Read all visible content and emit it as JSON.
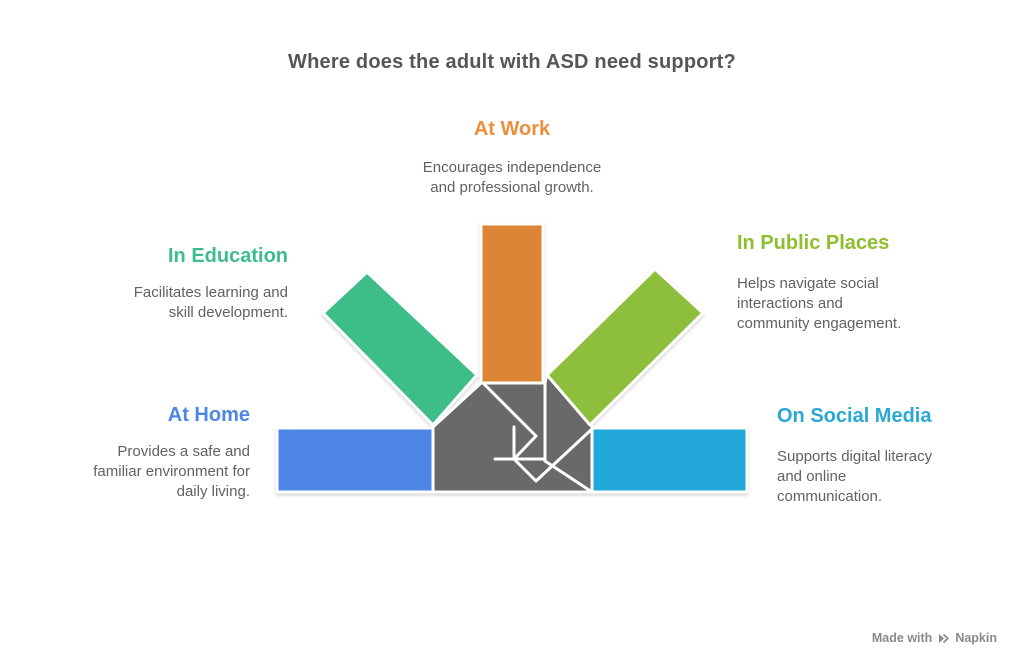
{
  "title": "Where does the adult with ASD need support?",
  "background_color": "#ffffff",
  "graphic": {
    "type": "converging-arrows",
    "arrowhead_color": "#696969",
    "outline_color": "#ffffff"
  },
  "sections": [
    {
      "id": "at-work",
      "label": "At Work",
      "position": "top",
      "heading_color": "#EE8E3C",
      "arrow_color": "#DD8537",
      "description": "Encourages independence and professional growth.",
      "lines": [
        "Encourages independence",
        "and professional growth."
      ]
    },
    {
      "id": "in-education",
      "label": "In Education",
      "position": "upper-left",
      "heading_color": "#3DBD8B",
      "arrow_color": "#3DBE89",
      "description": "Facilitates learning and skill development.",
      "lines": [
        "Facilitates learning and",
        "skill development."
      ]
    },
    {
      "id": "in-public-places",
      "label": "In Public Places",
      "position": "upper-right",
      "heading_color": "#8FBE2E",
      "arrow_color": "#8DBF3D",
      "description": "Helps navigate social interactions and community engagement.",
      "lines": [
        "Helps navigate social",
        "interactions and",
        "community engagement."
      ]
    },
    {
      "id": "at-home",
      "label": "At Home",
      "position": "left",
      "heading_color": "#4B86E8",
      "arrow_color": "#4D86E6",
      "description": "Provides a safe and familiar environment for daily living.",
      "lines": [
        "Provides a safe and",
        "familiar environment for",
        "daily living."
      ]
    },
    {
      "id": "on-social-media",
      "label": "On Social Media",
      "position": "right",
      "heading_color": "#29A8D4",
      "arrow_color": "#22A8D8",
      "description": "Supports digital literacy and online communication.",
      "lines": [
        "Supports digital literacy",
        "and online",
        "communication."
      ]
    }
  ],
  "credit": {
    "made_with": "Made with",
    "brand": "Napkin",
    "icon": "napkin-pen-icon",
    "color": "#8A8A8A"
  }
}
